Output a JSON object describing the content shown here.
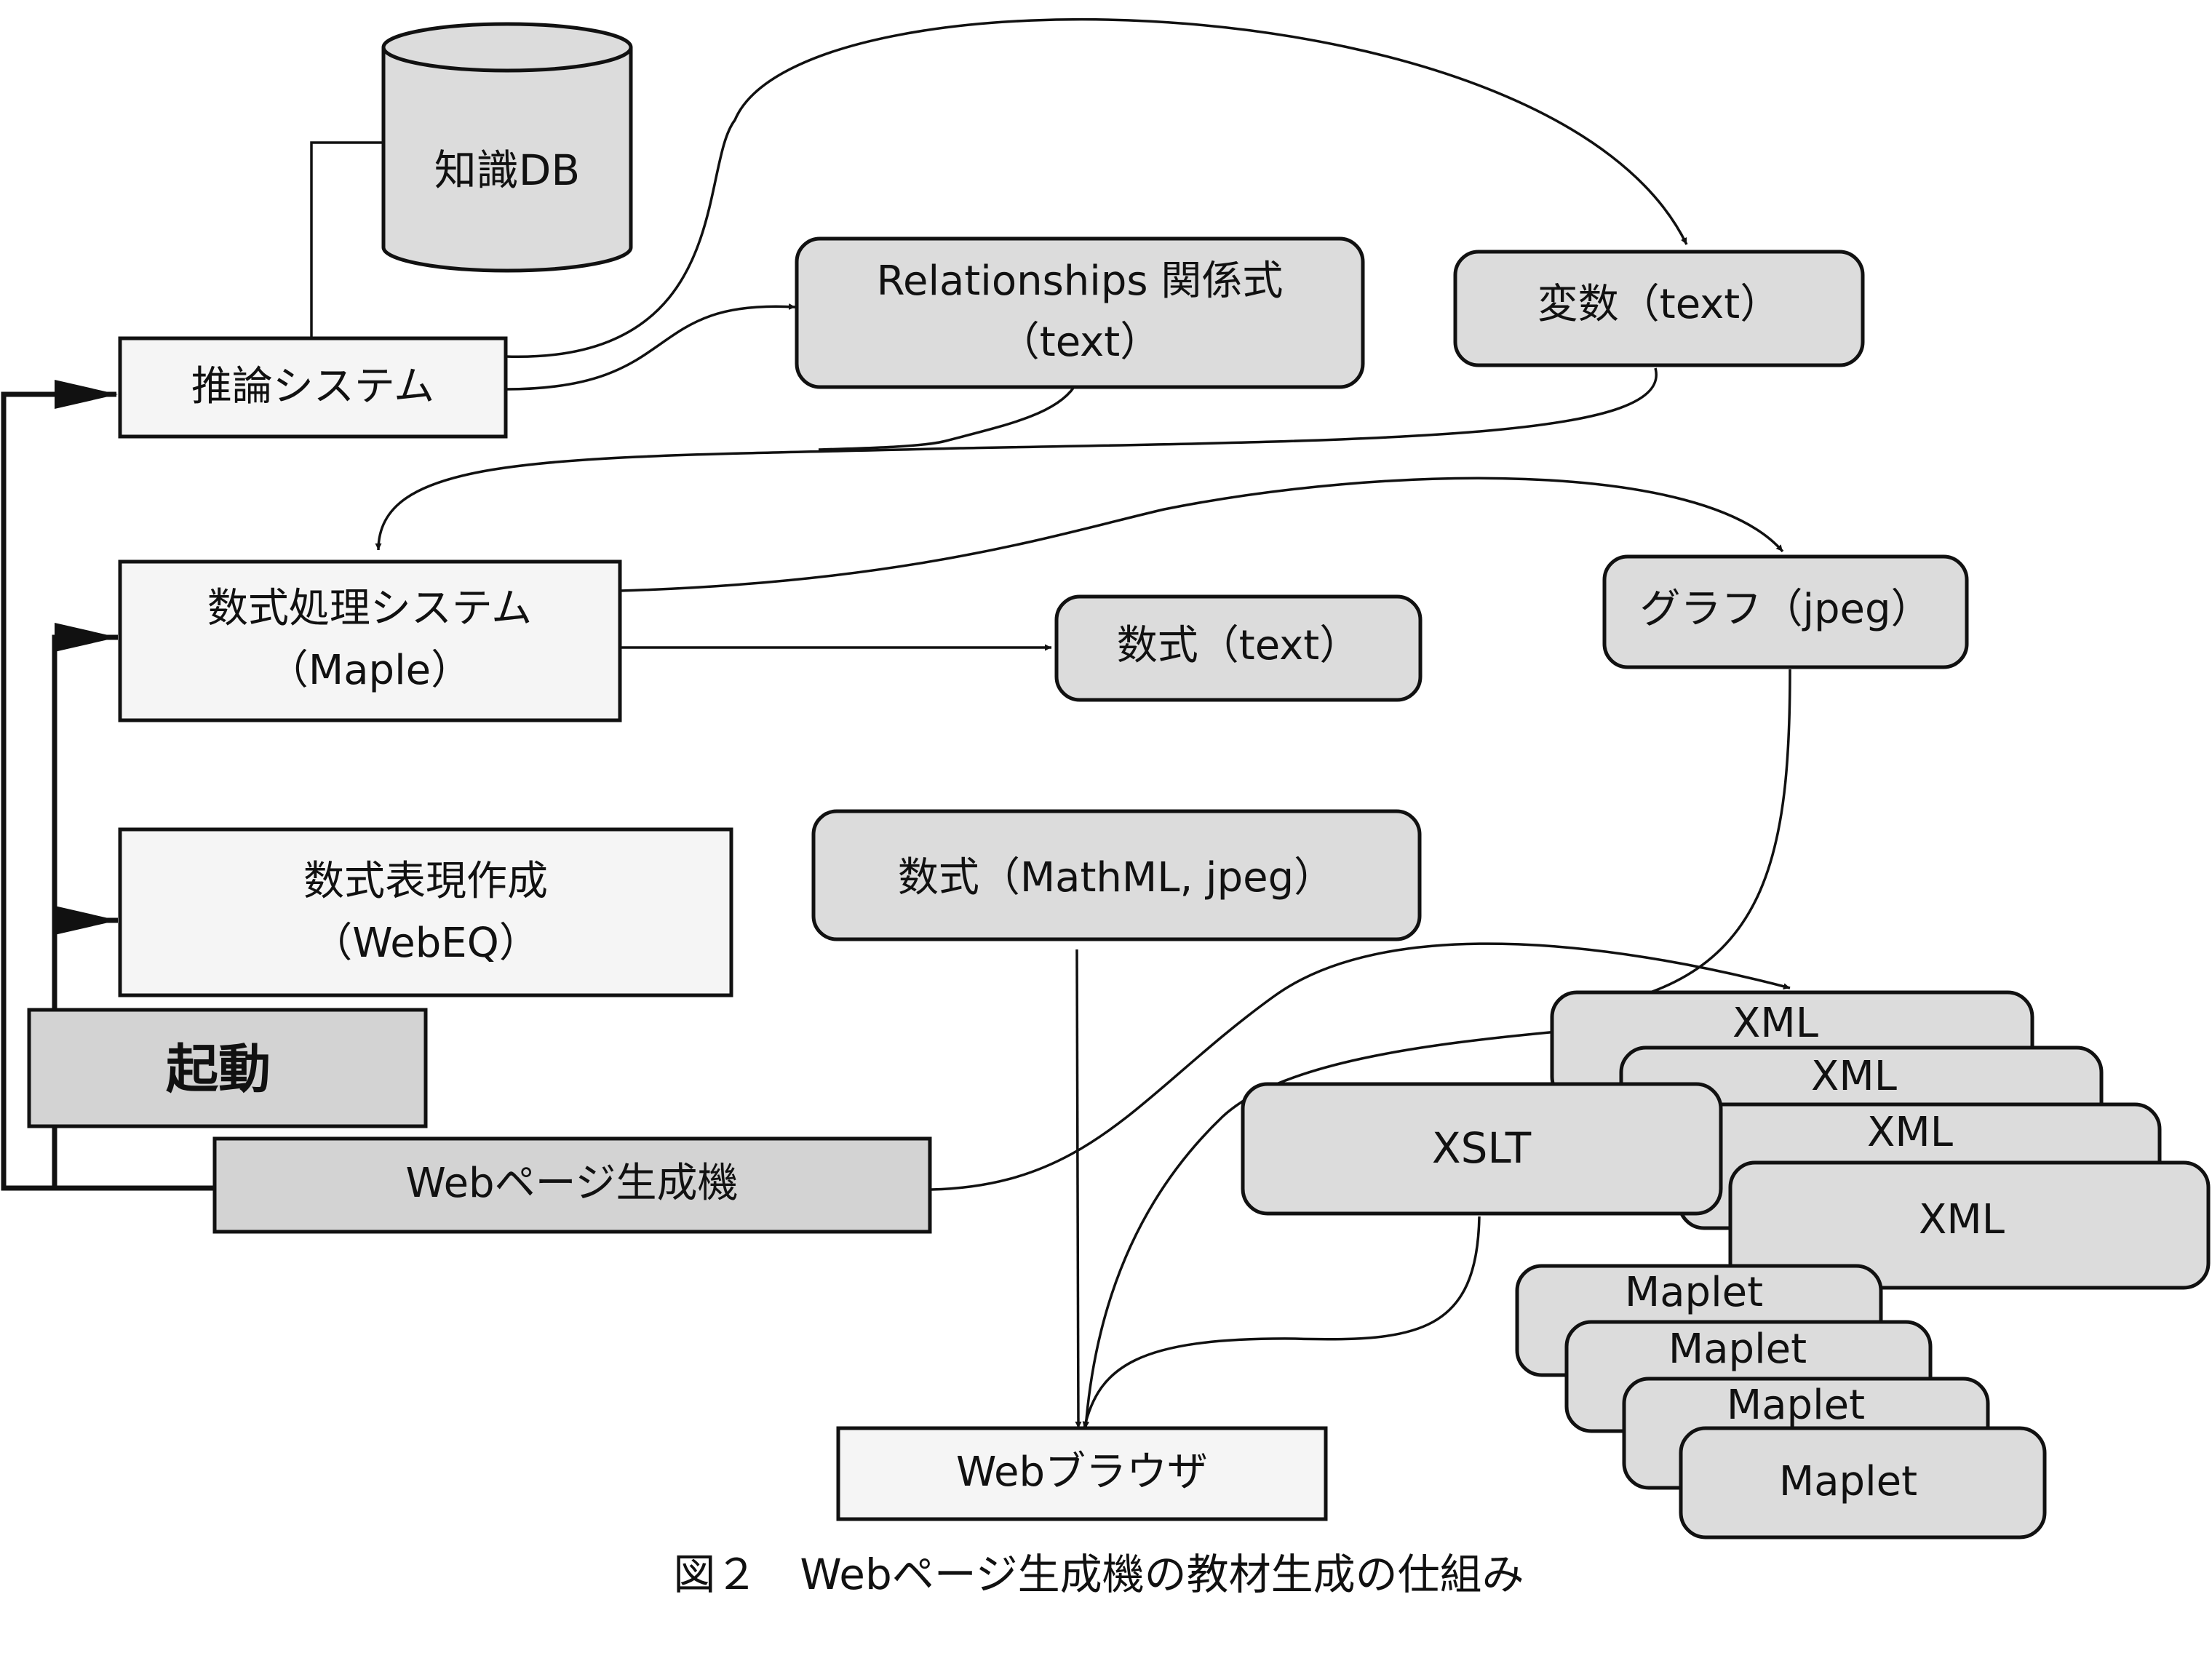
{
  "diagram": {
    "db": {
      "label": "知識DB"
    },
    "inference": {
      "label": "推論システム"
    },
    "relationships": {
      "line1": "Relationships 関係式",
      "line2": "（text）"
    },
    "variables": {
      "label": "変数（text）"
    },
    "cas": {
      "line1": "数式処理システム",
      "line2": "（Maple）"
    },
    "formula_text": {
      "label": "数式（text）"
    },
    "graph": {
      "label": "グラフ（jpeg）"
    },
    "formula_expr": {
      "line1": "数式表現作成",
      "line2": "（WebEQ）"
    },
    "formula_mathml": {
      "label": "数式（MathML, jpeg）"
    },
    "launch": {
      "label": "起動"
    },
    "generator": {
      "label": "Webページ生成機"
    },
    "xml": [
      "XML",
      "XML",
      "XML",
      "XML"
    ],
    "xslt": {
      "label": "XSLT"
    },
    "maplet": [
      "Maplet",
      "Maplet",
      "Maplet",
      "Maplet"
    ],
    "browser": {
      "label": "Webブラウザ"
    },
    "caption": "図２　Webページ生成機の教材生成の仕組み"
  }
}
